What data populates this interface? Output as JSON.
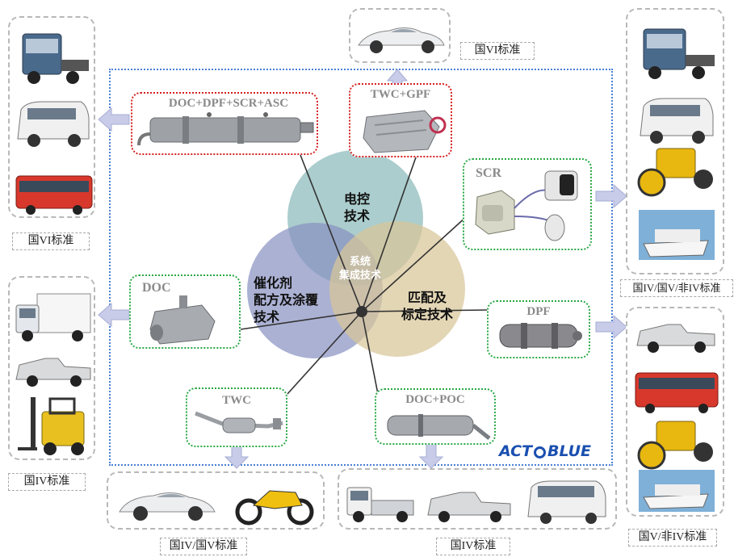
{
  "brand": {
    "part1": "ACT",
    "part2": "BLUE",
    "color": "#1a4fb0"
  },
  "center": {
    "circle_top": "电控\n技术",
    "circle_left": "催化剂\n配方及涂覆\n技术",
    "circle_right": "匹配及\n标定技术",
    "core": "系统\n集成技术",
    "colors": {
      "top": "#8fbcbc",
      "left": "#8890c0",
      "right": "#d8c698"
    }
  },
  "products": {
    "doc_dpf_scr_asc": "DOC+DPF+SCR+ASC",
    "twc_gpf": "TWC+GPF",
    "scr": "SCR",
    "doc": "DOC",
    "dpf": "DPF",
    "twc": "TWC",
    "doc_poc": "DOC+POC"
  },
  "standards": {
    "top": "国VI标准",
    "left_top": "国VI标准",
    "left_bottom": "国IV标准",
    "right_top": "国IV/国V/非IV标准",
    "right_bottom": "国V/非IV标准",
    "bottom_left": "国IV/国V标准",
    "bottom_right": "国IV标准"
  },
  "vehicles": {
    "top": [
      "sports-car"
    ],
    "left_top": [
      "truck-tractor",
      "van",
      "city-bus"
    ],
    "left_bottom": [
      "box-truck",
      "pickup",
      "forklift"
    ],
    "right_top": [
      "truck-tractor",
      "van",
      "road-roller",
      "cruise-ship"
    ],
    "right_bottom": [
      "pickup",
      "city-bus",
      "road-roller",
      "cruise-ship"
    ],
    "bottom_left": [
      "sports-car",
      "motorcycle"
    ],
    "bottom_right": [
      "light-truck",
      "pickup",
      "minivan"
    ]
  }
}
